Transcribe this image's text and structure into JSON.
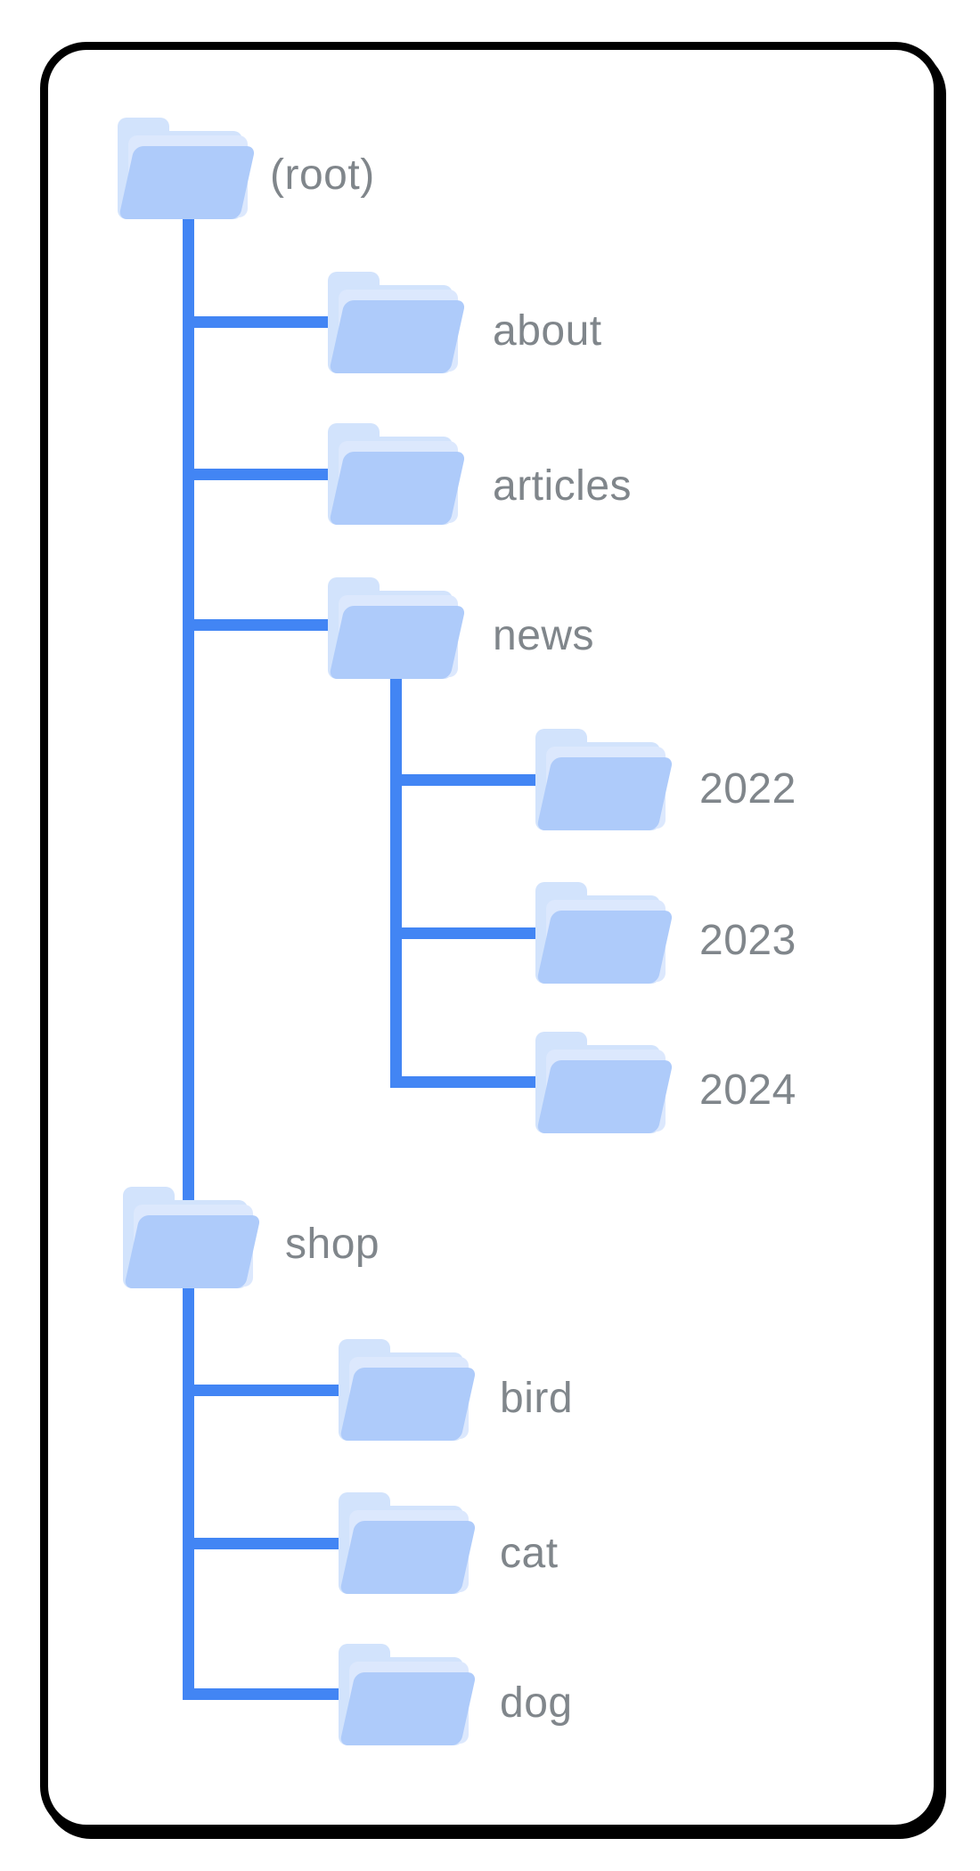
{
  "diagram": {
    "description": "Folder tree diagram of a website URL structure inside a rounded black-bordered card",
    "labels": {
      "root": "(root)",
      "about": "about",
      "articles": "articles",
      "news": "news",
      "y2022": "2022",
      "y2023": "2023",
      "y2024": "2024",
      "shop": "shop",
      "bird": "bird",
      "cat": "cat",
      "dog": "dog"
    },
    "tree": {
      "label": "(root)",
      "children": [
        {
          "label": "about"
        },
        {
          "label": "articles"
        },
        {
          "label": "news",
          "children": [
            {
              "label": "2022"
            },
            {
              "label": "2023"
            },
            {
              "label": "2024"
            }
          ]
        },
        {
          "label": "shop",
          "children": [
            {
              "label": "bird"
            },
            {
              "label": "cat"
            },
            {
              "label": "dog"
            }
          ]
        }
      ]
    }
  },
  "colors": {
    "connector_blue": "#4285F4",
    "folder_front": "#AECBFA",
    "folder_back": "#D2E3FC",
    "folder_middle": "#DCE8FD",
    "label_gray": "#80868B",
    "card_background": "#FFFFFF",
    "card_border": "#000000"
  }
}
